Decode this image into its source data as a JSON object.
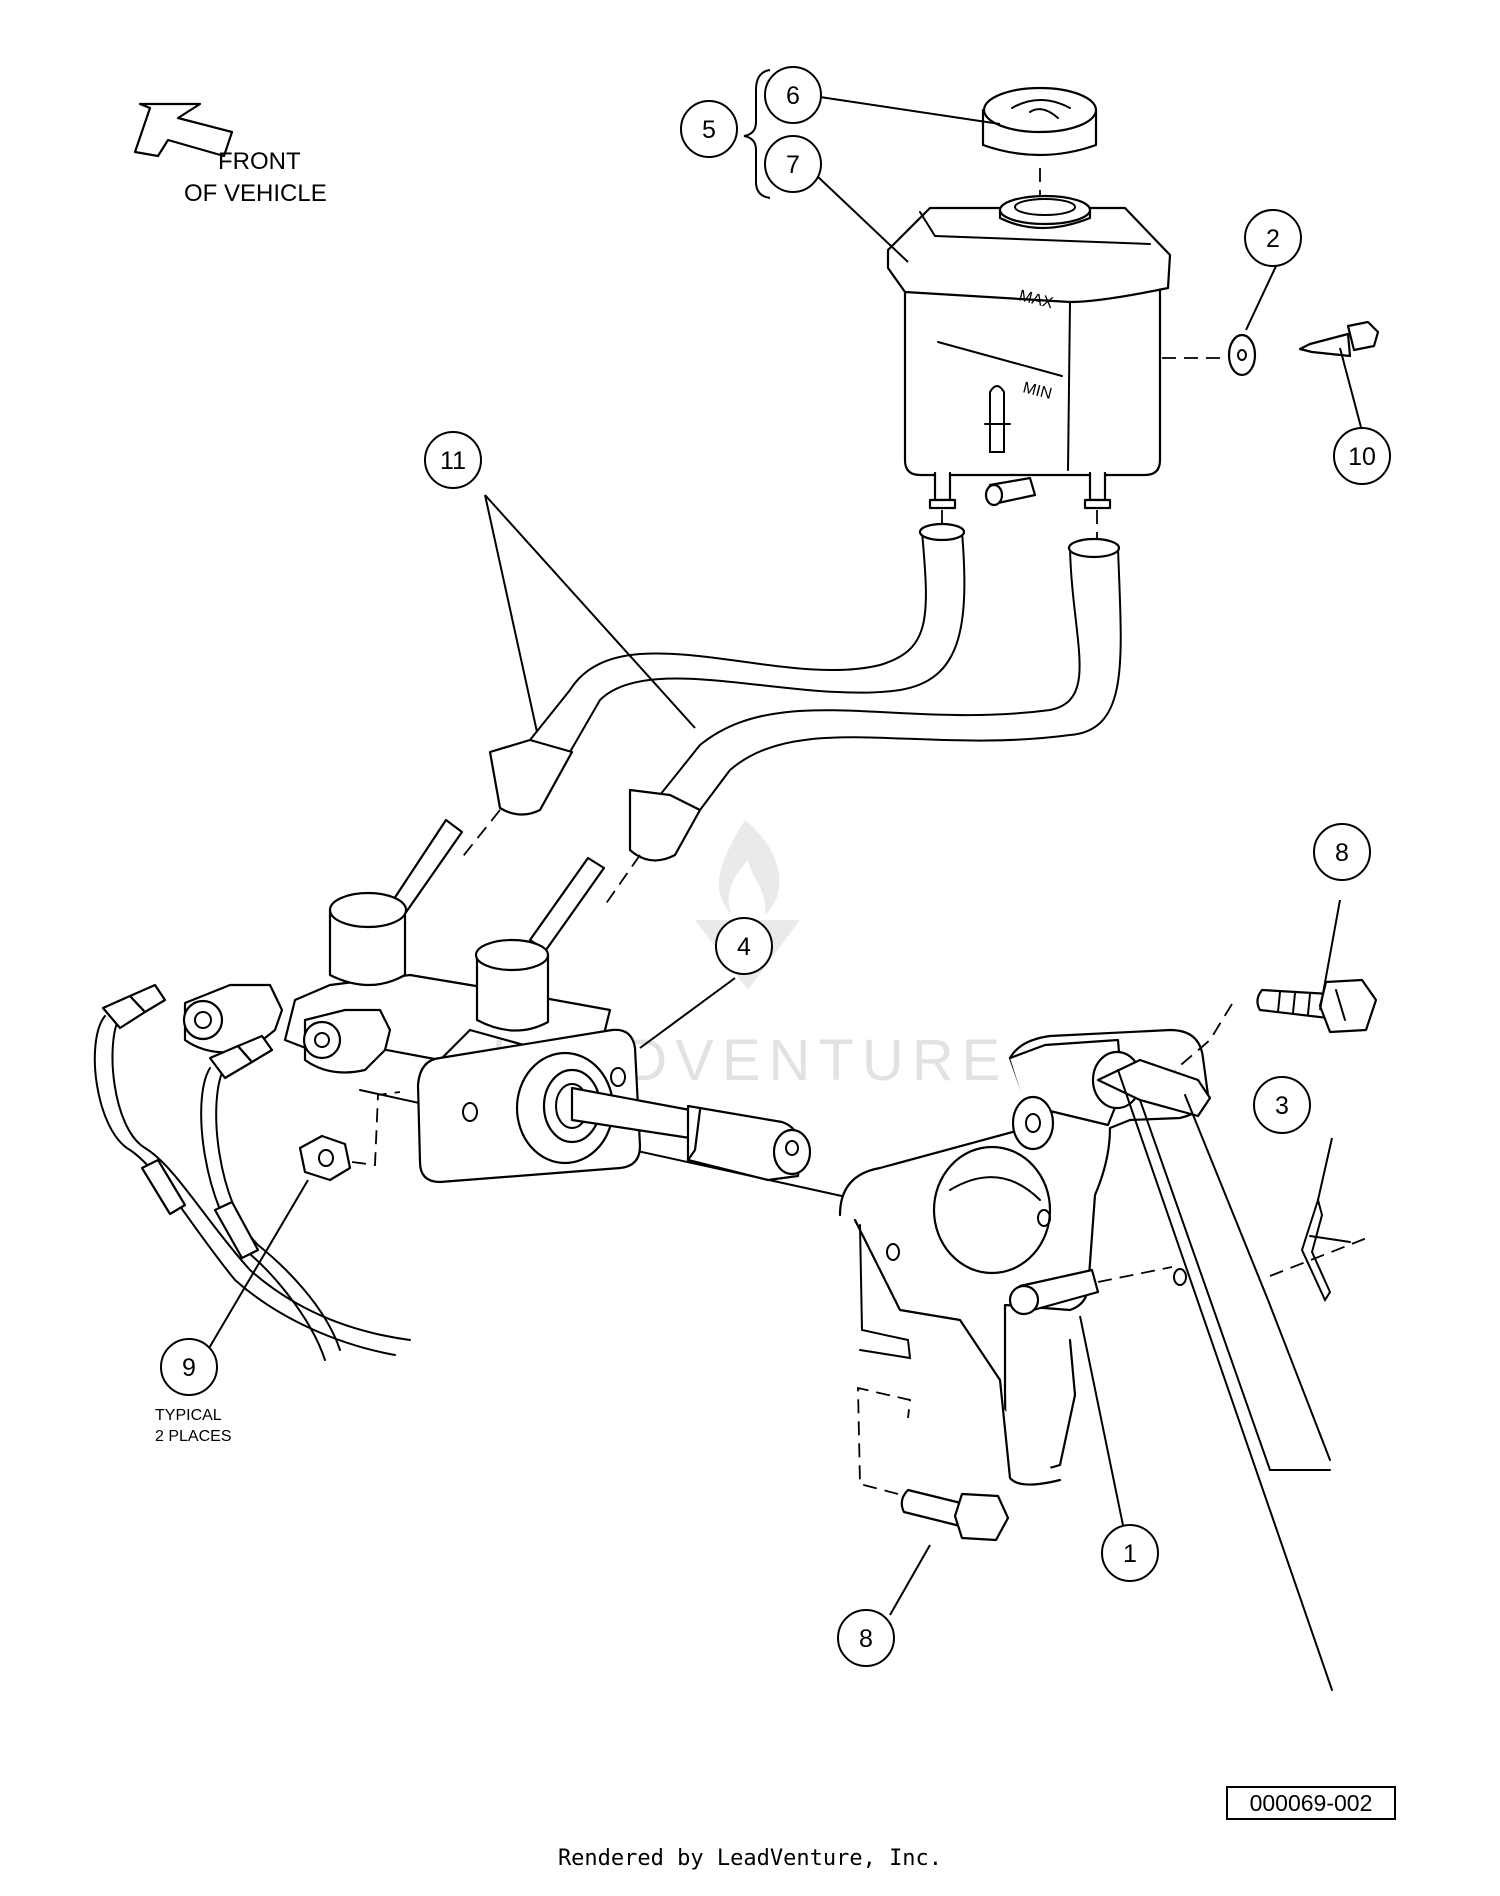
{
  "orientation": {
    "line1": "FRONT",
    "line2": "OF VEHICLE",
    "icon": "arrow-icon"
  },
  "reservoir_labels": {
    "max": "MAX",
    "min": "MIN"
  },
  "callouts": [
    {
      "id": "c1",
      "number": "1"
    },
    {
      "id": "c2",
      "number": "2"
    },
    {
      "id": "c3",
      "number": "3"
    },
    {
      "id": "c4",
      "number": "4"
    },
    {
      "id": "c5",
      "number": "5"
    },
    {
      "id": "c6",
      "number": "6"
    },
    {
      "id": "c7",
      "number": "7"
    },
    {
      "id": "c8a",
      "number": "8"
    },
    {
      "id": "c8b",
      "number": "8"
    },
    {
      "id": "c9",
      "number": "9"
    },
    {
      "id": "c10",
      "number": "10"
    },
    {
      "id": "c11",
      "number": "11"
    }
  ],
  "note": {
    "line1": "TYPICAL",
    "line2": "2 PLACES"
  },
  "watermark": "LEADVENTURE",
  "drawing_number": "000069-002",
  "footer": "Rendered by LeadVenture, Inc."
}
